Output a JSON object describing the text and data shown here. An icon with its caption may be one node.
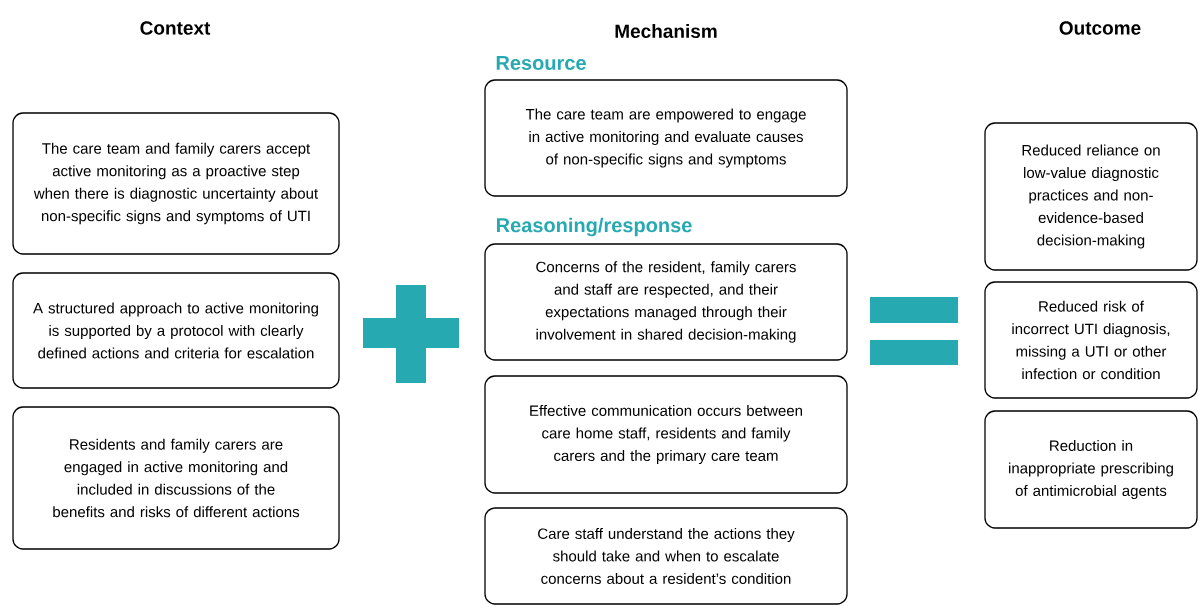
{
  "diagram": {
    "nodes": [
      {
        "text": [
          "The care team and family carers accept active monitoring as a proactive step when there is diagnostic uncertainty about non-specific signs and symptoms of UTI"
        ]
      },
      {
        "text": [
          "A structured approach to active monitoring is supported by a protocol with clearly defined actions and criteria for escalation"
        ]
      },
      {
        "text": [
          "Residents and family carers are engaged in active monitoring and included in discussions of the benefits and risks of different actions"
        ]
      },
      {
        "text": [
          "The care team are empowered to engage in active monitoring and evaluate causes of non-specific signs and symptoms"
        ]
      },
      {
        "text": [
          "Concerns of the resident, family carers and staff are respected, and their expectations managed through their involvement in shared decision-making"
        ]
      },
      {
        "text": [
          "Effective communication occurs between care home staff, residents and family carers and the primary care team"
        ]
      },
      {
        "text": [
          "Care staff understand the actions they should take and when to escalate concerns about a resident’s condition"
        ]
      },
      {
        "text": [
          "Reduced reliance on low-value diagnostic practices and non-evidence-based decision-making"
        ]
      },
      {
        "text": [
          "Reduced risk of incorrect UTI diagnosis, missing a UTI or other infection or condition"
        ]
      },
      {
        "text": [
          "Reduction in inappropriate prescribing of antimicrobial agents"
        ]
      }
    ],
    "labels": [
      "Context",
      "Mechanism",
      "Outcome",
      "Resource",
      "Reasoning/response"
    ]
  }
}
